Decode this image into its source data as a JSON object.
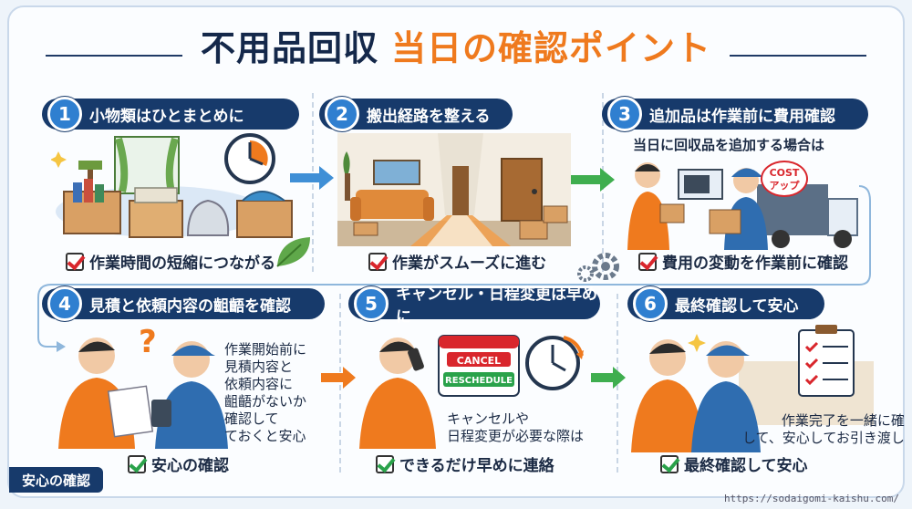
{
  "title": {
    "part1": "不用品回収",
    "part2": "当日の確認ポイント"
  },
  "cards": [
    {
      "num": "1",
      "heading": "小物類はひとまとめに",
      "caption": "作業時間の短縮につながる"
    },
    {
      "num": "2",
      "heading": "搬出経路を整える",
      "caption": "作業がスムーズに進む"
    },
    {
      "num": "3",
      "heading": "追加品は作業前に費用確認",
      "subheading": "当日に回収品を追加する場合は",
      "caption": "費用の変動を作業前に確認",
      "badge": {
        "line1": "COST",
        "line2": "アップ"
      }
    },
    {
      "num": "4",
      "heading": "見積と依頼内容の齟齬を確認",
      "note": [
        "作業開始前に",
        "見積内容と",
        "依頼内容に",
        "齟齬がないか",
        "確認して",
        "ておくと安心"
      ],
      "caption": "安心の確認"
    },
    {
      "num": "5",
      "heading": "キャンセル・日程変更は早めに",
      "labels": {
        "cancel": "CANCEL",
        "reschedule": "RESCHEDULE"
      },
      "note": [
        "キャンセルや",
        "日程変更が必要な際は"
      ],
      "caption": "できるだけ早めに連絡"
    },
    {
      "num": "6",
      "heading": "最終確認して安心",
      "note": [
        "作業完了を一緒に確",
        "して、安心してお引き渡し"
      ],
      "caption": "最終確認して安心"
    }
  ],
  "footer": {
    "tag": "安心の確認",
    "url": "https://sodaigomi-kaishu.com/"
  },
  "colors": {
    "navy": "#173a6b",
    "orange": "#ef7a1e",
    "blue": "#2f7fd0",
    "red_check": "#d9262c",
    "green_check": "#2aa24a"
  }
}
